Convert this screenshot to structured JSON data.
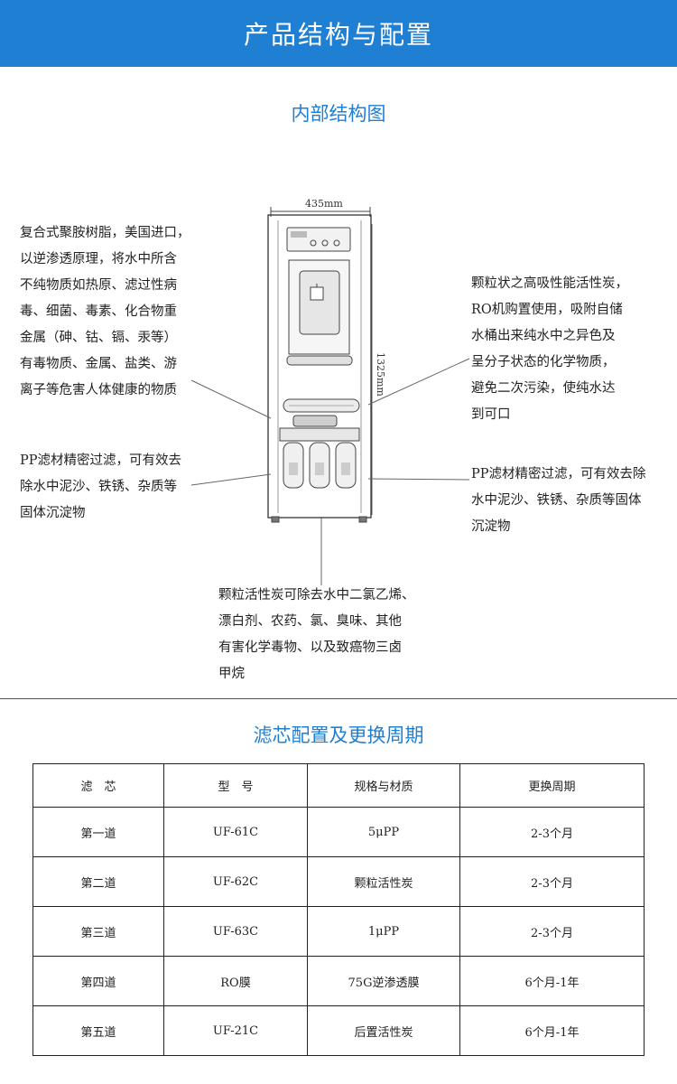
{
  "header": {
    "title": "产品结构与配置"
  },
  "structure": {
    "title": "内部结构图",
    "dim_width": "435mm",
    "dim_height": "1325mm",
    "left_top_desc": "复合式聚胺树脂，美国进口，\n以逆渗透原理，将水中所含\n不纯物质如热原、滤过性病\n毒、细菌、毒素、化合物重\n金属（砷、钴、镉、汞等）\n有毒物质、金属、盐类、游\n离子等危害人体健康的物质",
    "left_bottom_desc": "PP滤材精密过滤，可有效去\n除水中泥沙、铁锈、杂质等\n固体沉淀物",
    "right_top_desc": "颗粒状之高吸性能活性炭，\nRO机购置使用，吸附自储\n水桶出来纯水中之异色及\n呈分子状态的化学物质，\n避免二次污染，使纯水达\n到可口",
    "right_bottom_desc": "PP滤材精密过滤，可有效去除\n水中泥沙、铁锈、杂质等固体\n沉淀物",
    "bottom_desc": "颗粒活性炭可除去水中二氯乙烯、\n漂白剂、农药、氯、臭味、其他\n有害化学毒物、以及致癌物三卤\n甲烷"
  },
  "filters": {
    "title": "滤芯配置及更换周期",
    "columns": [
      "滤　芯",
      "型　号",
      "规格与材质",
      "更换周期"
    ],
    "rows": [
      [
        "第一道",
        "UF-61C",
        "5μPP",
        "2-3个月"
      ],
      [
        "第二道",
        "UF-62C",
        "颗粒活性炭",
        "2-3个月"
      ],
      [
        "第三道",
        "UF-63C",
        "1μPP",
        "2-3个月"
      ],
      [
        "第四道",
        "RO膜",
        "75G逆渗透膜",
        "6个月-1年"
      ],
      [
        "第五道",
        "UF-21C",
        "后置活性炭",
        "6个月-1年"
      ]
    ]
  }
}
